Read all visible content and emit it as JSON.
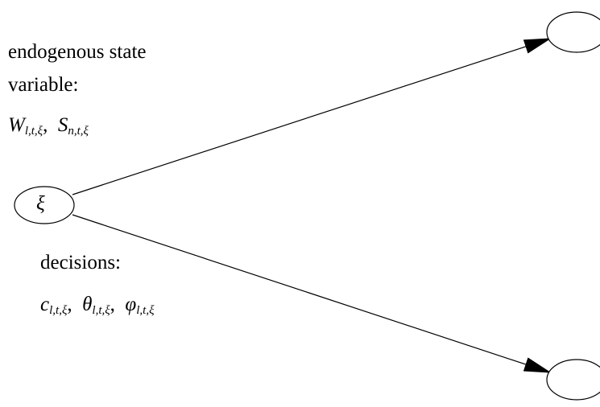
{
  "state_label": {
    "line1": "endogenous state",
    "line2": "variable:",
    "vars": [
      {
        "base": "W",
        "sub": "l,t,ξ"
      },
      {
        "base": "S",
        "sub": "n,t,ξ"
      }
    ],
    "separator": ","
  },
  "decision_label": {
    "line1": "decisions:",
    "vars": [
      {
        "base": "c",
        "sub": "l,t,ξ"
      },
      {
        "base": "θ",
        "sub": "l,t,ξ"
      },
      {
        "base": "φ",
        "sub": "l,t,ξ"
      }
    ],
    "separator": ","
  },
  "root_node": {
    "label": "ξ"
  },
  "child_nodes": [
    {
      "label": ""
    },
    {
      "label": ""
    }
  ]
}
